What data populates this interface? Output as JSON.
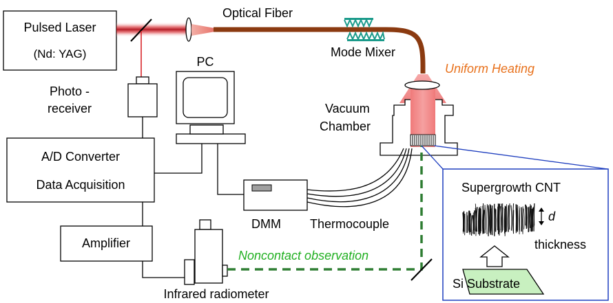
{
  "labels": {
    "pulsed_laser": "Pulsed Laser",
    "nd_yag": "(Nd: YAG)",
    "optical_fiber": "Optical Fiber",
    "mode_mixer": "Mode Mixer",
    "uniform_heating": "Uniform Heating",
    "pc": "PC",
    "photoreceiver_1": "Photo -",
    "photoreceiver_2": "receiver",
    "vacuum_1": "Vacuum",
    "vacuum_2": "Chamber",
    "ad_converter": "A/D Converter",
    "data_acquisition": "Data Acquisition",
    "dmm": "DMM",
    "thermocouple": "Thermocouple",
    "amplifier": "Amplifier",
    "noncontact": "Noncontact observation",
    "infrared": "Infrared radiometer",
    "supergrowth": "Supergrowth CNT",
    "d": "d",
    "thickness": "thickness",
    "si_substrate": "Si Substrate"
  },
  "colors": {
    "laser_beam": "#d9262b",
    "fiber": "#8b3a10",
    "heating_text": "#e8711c",
    "noncontact_text": "#22b022",
    "dashed_path": "#2e7d32",
    "inset_border": "#1f3fbf",
    "substrate_fill": "#c8f0c0",
    "mode_mixer": "#1a9a8a",
    "heating_cone": "#f28b8b"
  }
}
